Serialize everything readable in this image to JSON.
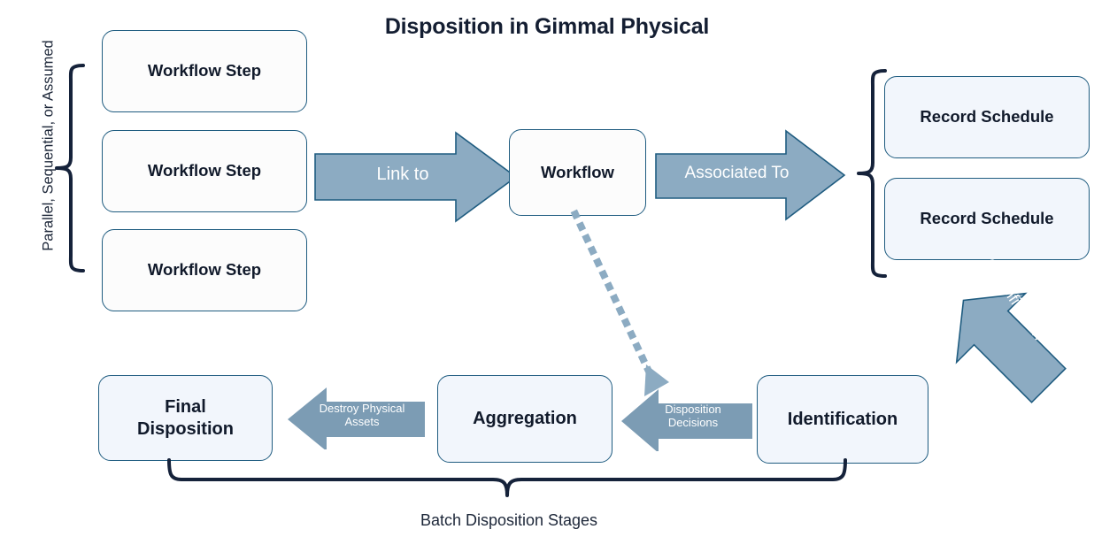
{
  "title": "Disposition in Gimmal Physical",
  "left_caption": "Parallel, Sequential, or Assumed",
  "bottom_caption": "Batch Disposition Stages",
  "workflow_steps": [
    {
      "label": "Workflow Step"
    },
    {
      "label": "Workflow Step"
    },
    {
      "label": "Workflow Step"
    }
  ],
  "workflow": {
    "label": "Workflow"
  },
  "record_schedules": [
    {
      "label": "Record Schedule"
    },
    {
      "label": "Record Schedule"
    }
  ],
  "stages": {
    "final_disposition": "Final\nDisposition",
    "final_disposition_line1": "Final",
    "final_disposition_line2": "Disposition",
    "aggregation": "Aggregation",
    "identification": "Identification"
  },
  "arrows": {
    "link_to": "Link to",
    "associated_to": "Associated To",
    "classification": "Classification",
    "destroy_physical_assets_line1": "Destroy Physical",
    "destroy_physical_assets_line2": "Assets",
    "disposition_decisions_line1": "Disposition",
    "disposition_decisions_line2": "Decisions"
  },
  "colors": {
    "title_text": "#141E32",
    "box_border": "#1F5C80",
    "box_fill_white": "#FCFCFC",
    "box_fill_tint": "#F2F6FC",
    "arrow_fill": "#8CABC2",
    "arrow_outline": "#1F5C80",
    "brace_stroke": "#15223A",
    "dotted_line": "#8CABC2",
    "background": "#FFFFFF"
  }
}
